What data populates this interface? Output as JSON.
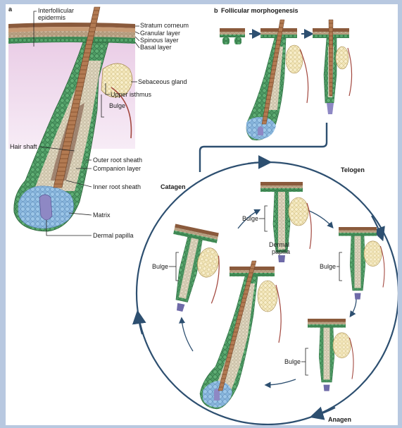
{
  "panel_a": {
    "letter": "a",
    "labels": {
      "interfollicular_1": "Interfollicular",
      "interfollicular_2": "epidermis",
      "stratum_corneum": "Stratum corneum",
      "granular_layer": "Granular layer",
      "spinous_layer": "Spinous layer",
      "basal_layer": "Basal layer",
      "sebaceous_gland": "Sebaceous gland",
      "upper_isthmus": "Upper isthmus",
      "bulge": "Bulge",
      "hair_shaft": "Hair shaft",
      "outer_root_sheath": "Outer root sheath",
      "companion_layer": "Companion layer",
      "inner_root_sheath": "Inner root sheath",
      "matrix": "Matrix",
      "dermal_papilla": "Dermal papilla"
    }
  },
  "panel_b": {
    "letter": "b",
    "title": "Follicular morphogenesis",
    "phases": {
      "telogen": "Telogen",
      "catagen": "Catagen",
      "anagen": "Anagen"
    },
    "labels": {
      "bulge": "Bulge",
      "dermal_1": "Dermal",
      "dermal_2": "papilla"
    }
  },
  "colors": {
    "background_frame": "#b8c8e0",
    "dermis_pink": "#efd7ec",
    "stratum_corneum": "#8a5a3c",
    "granular": "#c79a74",
    "spinous": "#a8b88a",
    "basal_green": "#3f8a55",
    "outer_root_sheath": "#4e9a64",
    "companion": "#d6ccb4",
    "hair_shaft": "#b27a52",
    "sebaceous": "#f3e6b8",
    "matrix_blue": "#86b4dc",
    "dermal_papilla": "#6e6aa8",
    "arrow": "#2d4f70"
  }
}
